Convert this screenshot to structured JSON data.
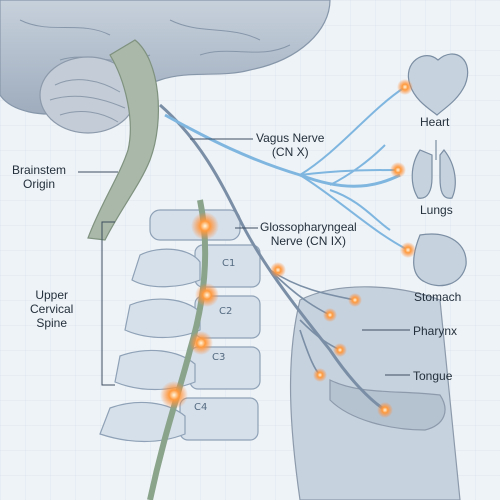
{
  "labels": {
    "vagus_line1": "Vagus Nerve",
    "vagus_line2": "(CN X)",
    "glosso_line1": "Glossopharyngeal",
    "glosso_line2": "Nerve (CN IX)",
    "brainstem_line1": "Brainstem",
    "brainstem_line2": "Origin",
    "spine_line1": "Upper",
    "spine_line2": "Cervical",
    "spine_line3": "Spine",
    "heart": "Heart",
    "lungs": "Lungs",
    "stomach": "Stomach",
    "pharynx": "Pharynx",
    "tongue": "Tongue"
  },
  "vertebrae": [
    "C1",
    "C2",
    "C3",
    "C4"
  ],
  "colors": {
    "background": "#eef3f7",
    "grid": "#d7e2ec",
    "brain": "#b9c5d3",
    "spine": "#d6e0ea",
    "nerve_trunk": "#8aa48c",
    "vagus_branch": "#7fb6e0",
    "glow": "#ff8a3d",
    "organ": "#c6d2de"
  }
}
